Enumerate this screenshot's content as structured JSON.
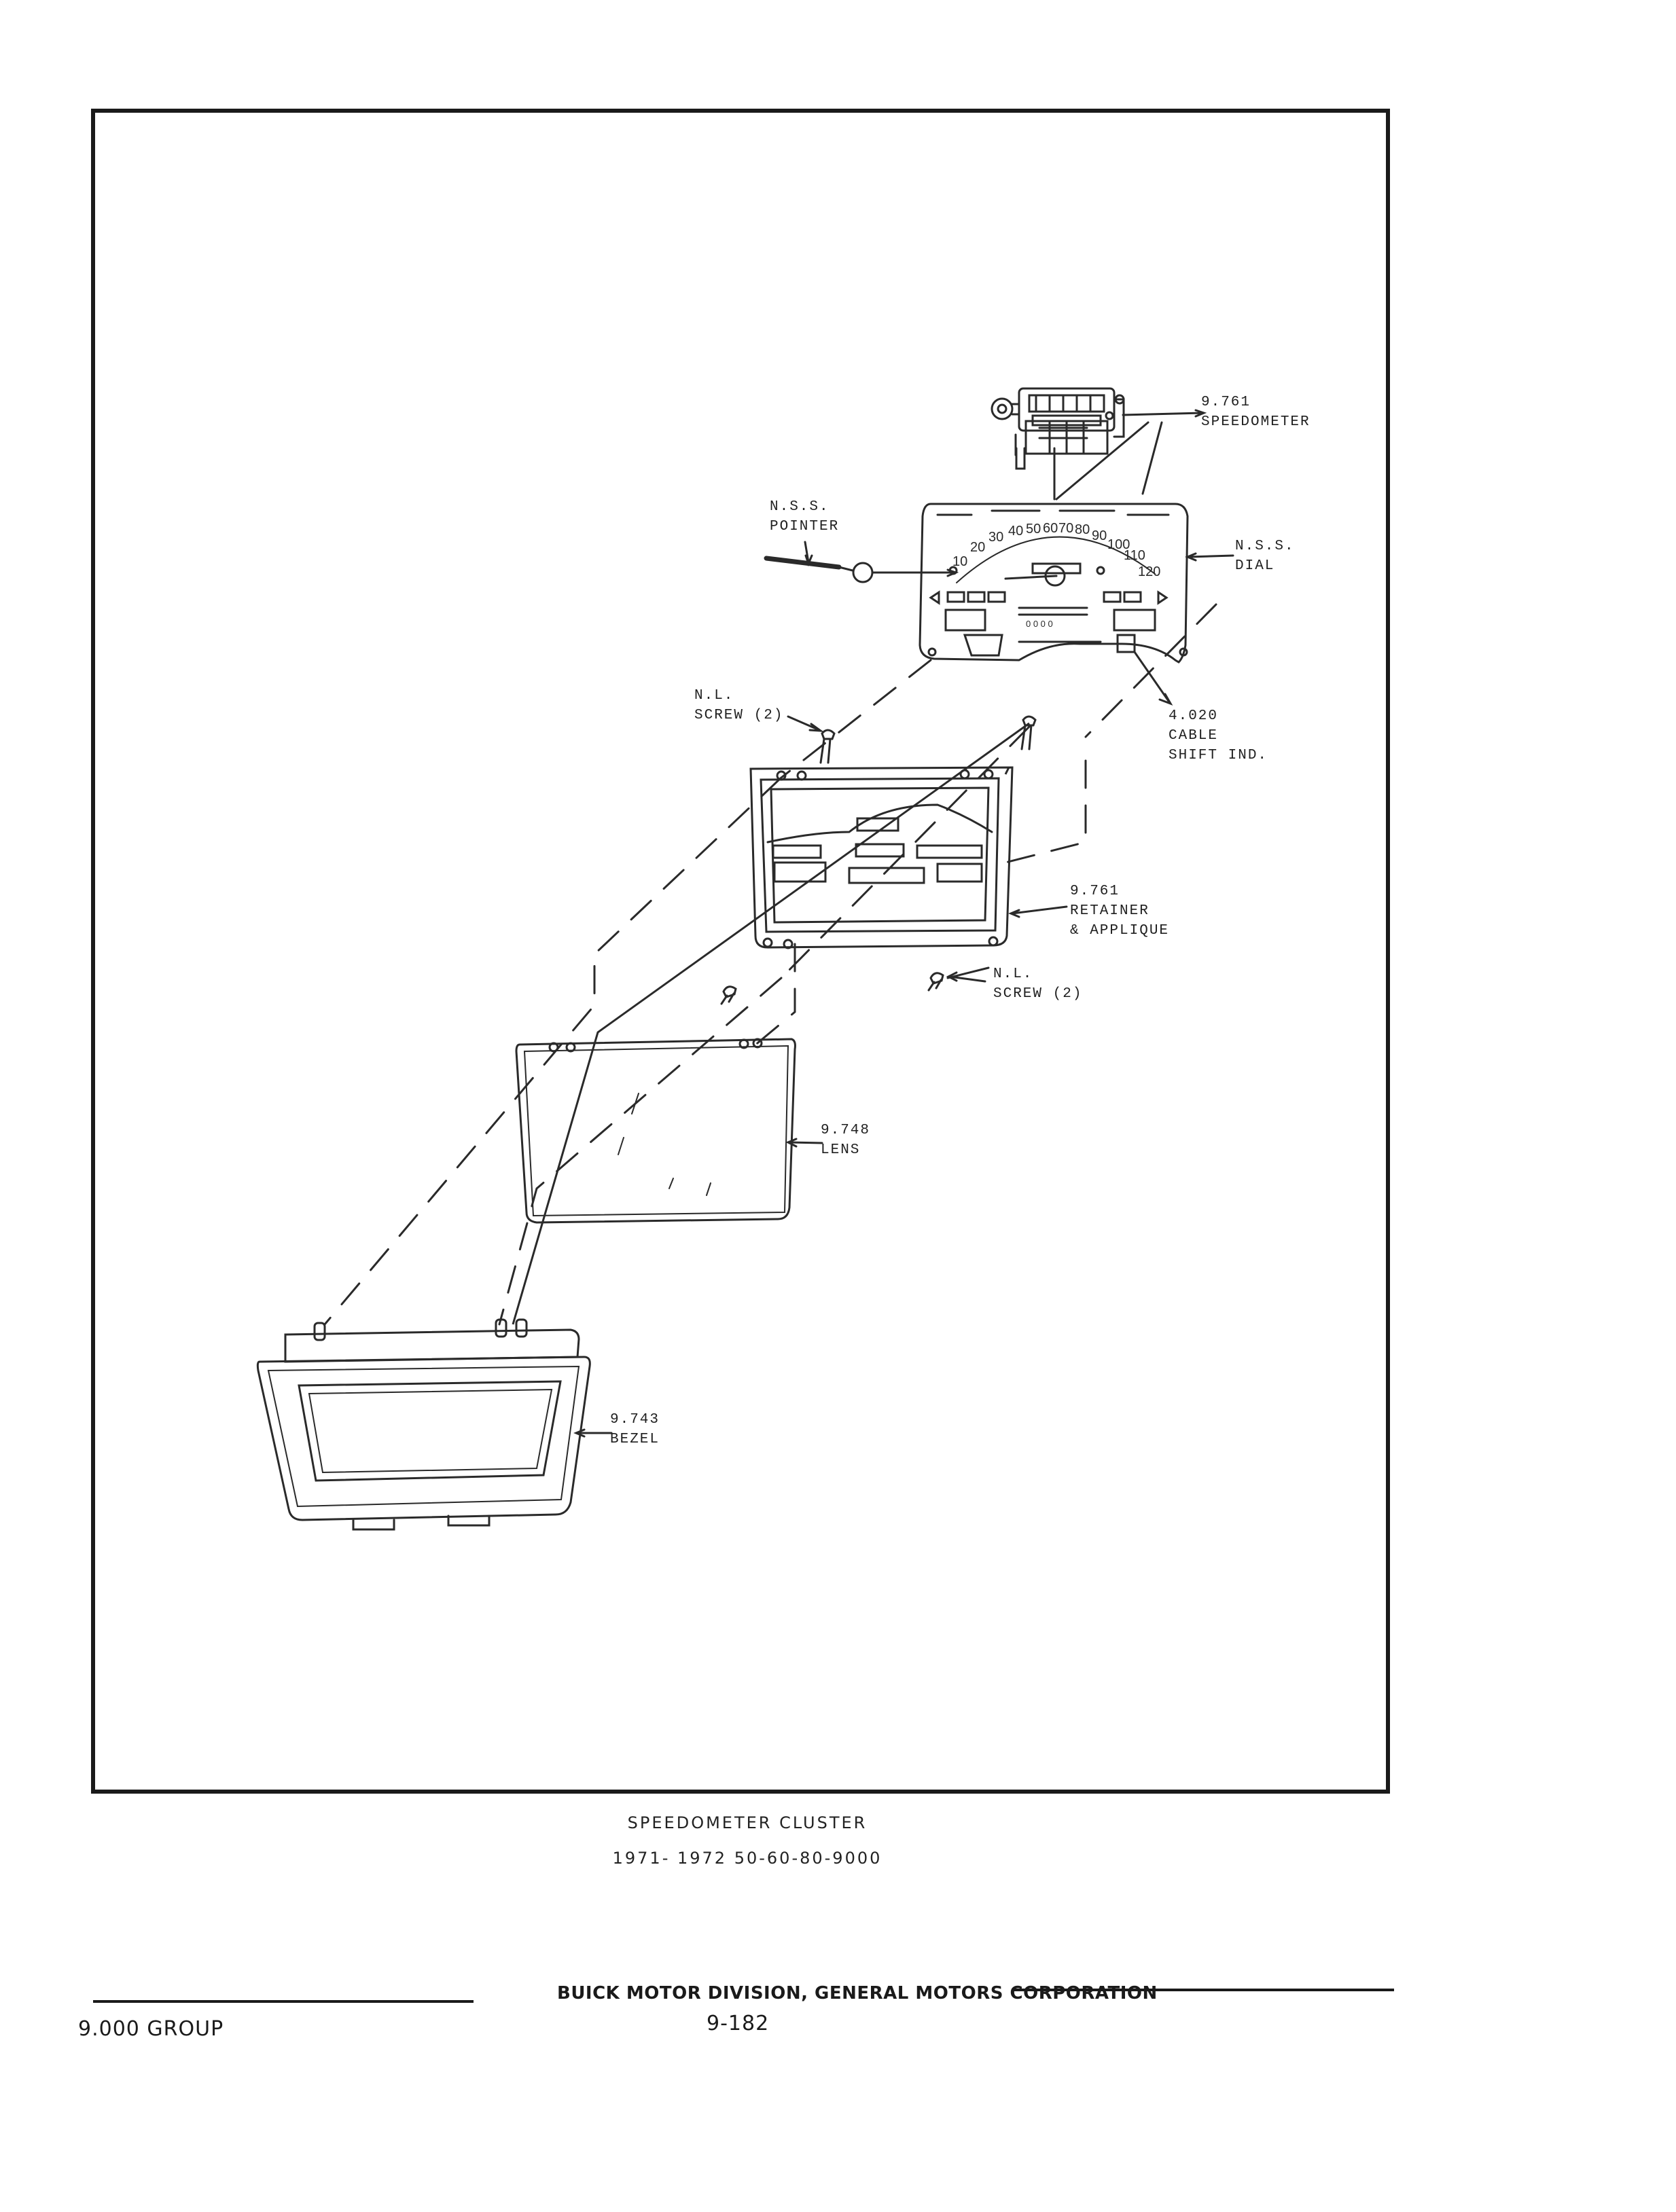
{
  "callouts": [
    {
      "id": "speedometer",
      "number": "9.761",
      "name": "SPEEDOMETER"
    },
    {
      "id": "pointer",
      "number": "N.S.S.",
      "name": "POINTER"
    },
    {
      "id": "dial",
      "number": "N.S.S.",
      "name": "DIAL"
    },
    {
      "id": "screw-upper",
      "number": "N.L.",
      "name": "SCREW (2)"
    },
    {
      "id": "cable",
      "number": "4.020",
      "name": "CABLE",
      "extra": "SHIFT IND."
    },
    {
      "id": "retainer",
      "number": "9.761",
      "name": "RETAINER",
      "extra": "& APPLIQUE"
    },
    {
      "id": "screw-lower",
      "number": "N.L.",
      "name": "SCREW (2)"
    },
    {
      "id": "lens",
      "number": "9.748",
      "name": "LENS"
    },
    {
      "id": "bezel",
      "number": "9.743",
      "name": "BEZEL"
    }
  ],
  "dial_numbers": [
    "10",
    "20",
    "30",
    "40",
    "50",
    "60",
    "70",
    "80",
    "90",
    "100",
    "110",
    "120"
  ],
  "dial_odometer": "0 0 0 0",
  "caption": {
    "title": "SPEEDOMETER CLUSTER",
    "subtitle": "1971- 1972 50-60-80-9000"
  },
  "footer": {
    "company": "BUICK MOTOR DIVISION, GENERAL MOTORS CORPORATION",
    "group": "9.000 GROUP",
    "page": "9-182"
  }
}
